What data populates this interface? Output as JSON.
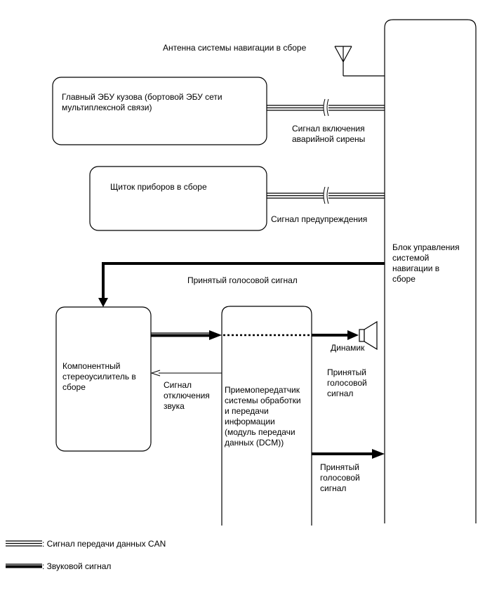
{
  "blocks": {
    "nav_unit": "Блок управления\nсистемой\nнавигации в\nсборе",
    "main_ecu": "Главный ЭБУ кузова (бортовой ЭБУ сети\nмультиплексной связи)",
    "meter": "Щиток приборов в сборе",
    "amplifier": "Компонентный\nстереоусилитель в\nсборе",
    "dcm": "Приемопередатчик\nсистемы обработки\nи передачи\nинформации\n(модуль передачи\nданных (DCM))"
  },
  "labels": {
    "antenna": "Антенна системы навигации в сборе",
    "hazard_signal": "Сигнал включения\nаварийной сирены",
    "warning_signal": "Сигнал предупреждения",
    "voice_received_top": "Принятый голосовой сигнал",
    "speaker": "Динамик",
    "voice_received_right": "Принятый\nголосовой\nсигнал",
    "mute_signal": "Сигнал\nотключения\nзвука",
    "voice_received_bottom": "Принятый\nголосовой\nсигнал"
  },
  "legend": {
    "can": ": Сигнал передачи данных CAN",
    "audio": ": Звуковой сигнал"
  }
}
